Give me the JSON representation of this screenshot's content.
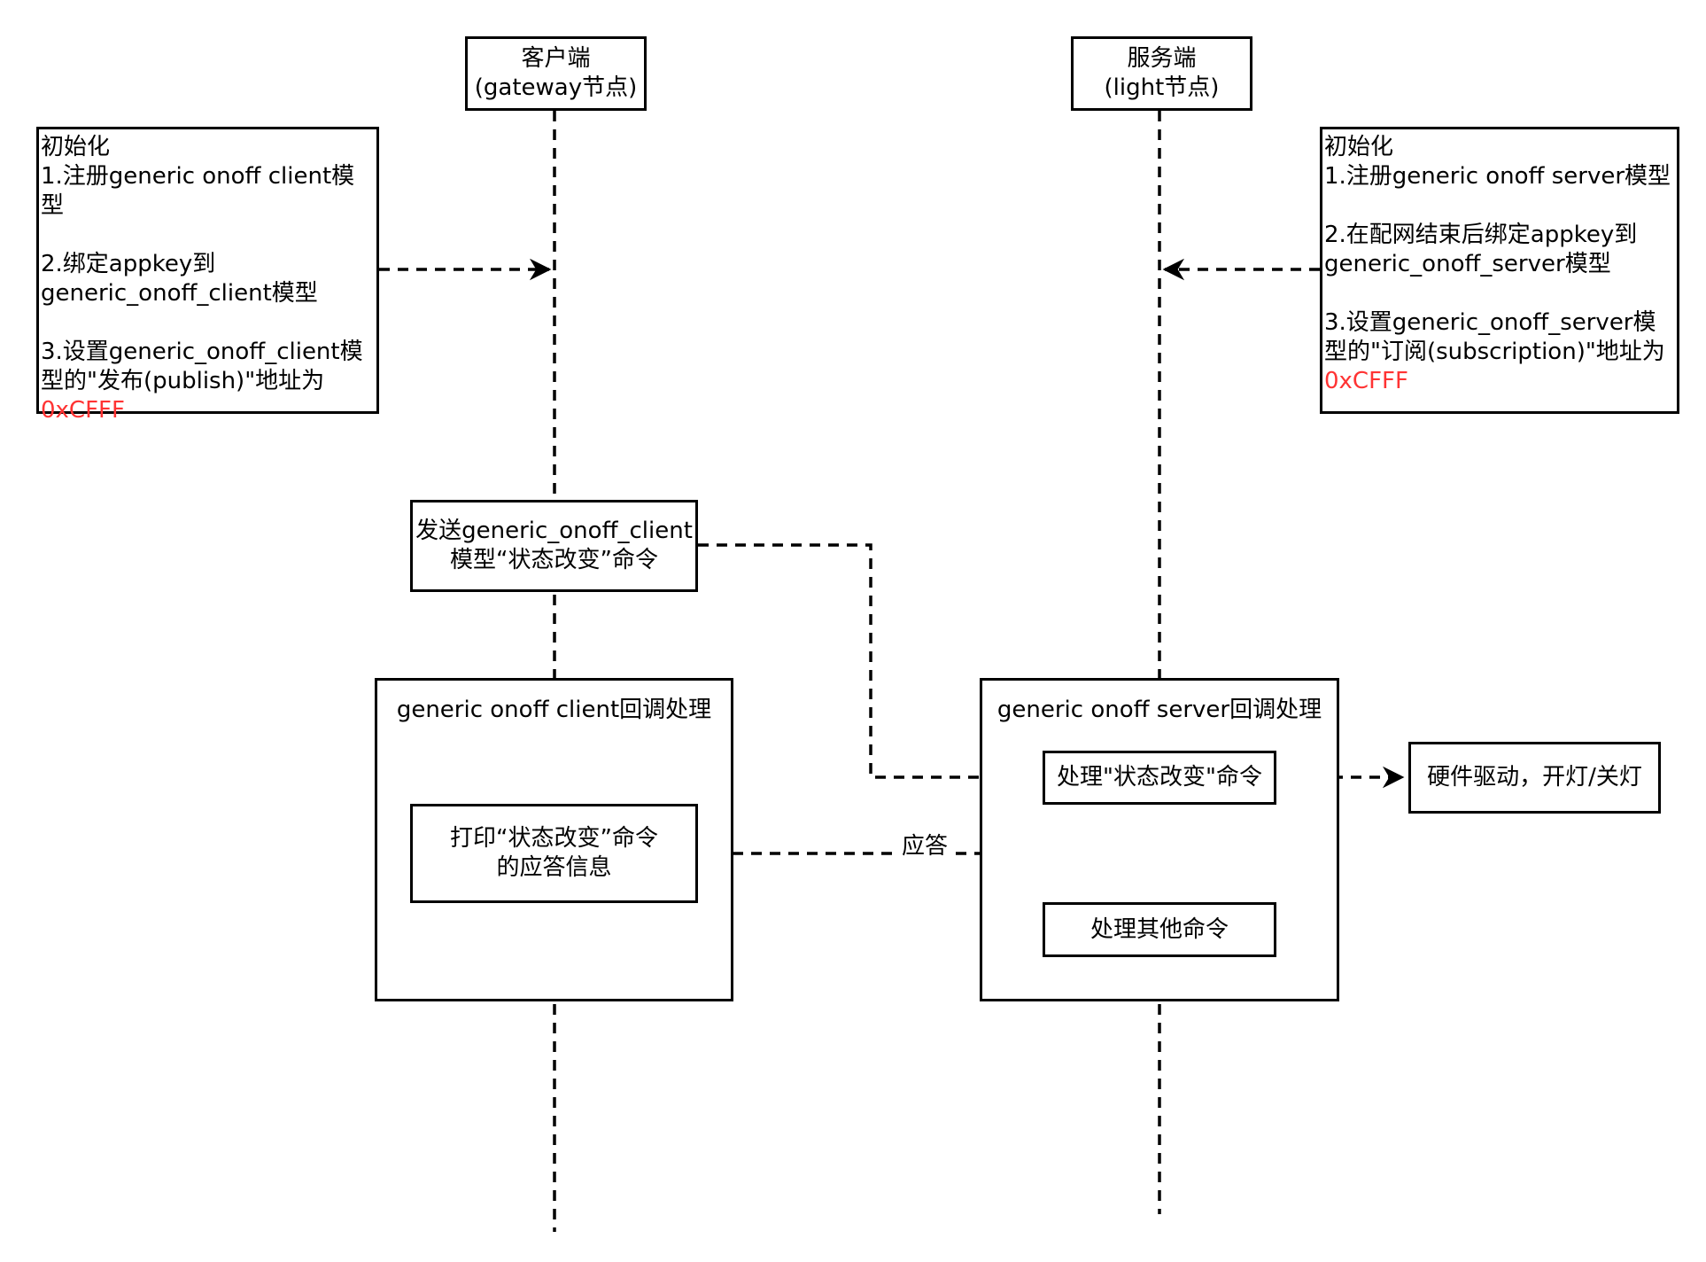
{
  "lifelines": {
    "client": {
      "title_line1": "客户端",
      "title_line2": "(gateway节点)"
    },
    "server": {
      "title_line1": "服务端",
      "title_line2": "(light节点)"
    }
  },
  "init_client": {
    "title": "初始化",
    "step1": "1.注册generic onoff client模型",
    "step2": "2.绑定appkey到\ngeneric_onoff_client模型",
    "step3": "3.设置generic_onoff_client模\n型的\"发布(publish)\"地址为",
    "address": "0xCFFF"
  },
  "init_server": {
    "title": "初始化",
    "step1": "1.注册generic onoff server模型",
    "step2": "2.在配网结束后绑定appkey到\ngeneric_onoff_server模型",
    "step3": "3.设置generic_onoff_server模\n型的\"订阅(subscription)\"地址为",
    "address": "0xCFFF"
  },
  "send_command": {
    "line1": "发送generic_onoff_client",
    "line2": "模型“状态改变”命令"
  },
  "client_callback": {
    "title": "generic onoff client回调处理",
    "print_line1": "打印“状态改变”命令",
    "print_line2": "的应答信息"
  },
  "server_callback": {
    "title": "generic onoff server回调处理",
    "handle_state": "处理\"状态改变\"命令",
    "handle_other": "处理其他命令"
  },
  "hardware": "硬件驱动，开灯/关灯",
  "response_label": "应答",
  "colors": {
    "line": "#000000",
    "highlight": "#ff3333",
    "background": "#ffffff"
  }
}
